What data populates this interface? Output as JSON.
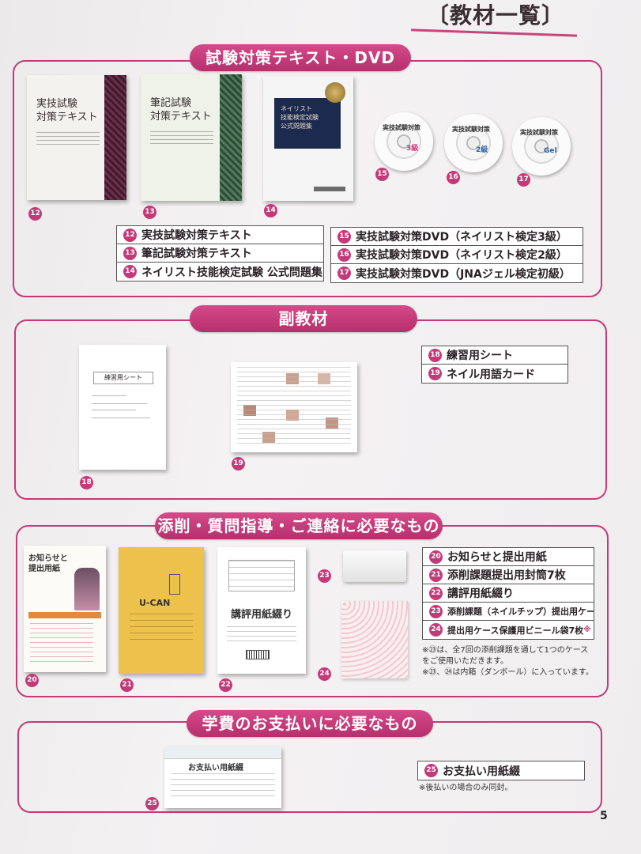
{
  "page": {
    "title": "〔教材一覧〕",
    "page_number": "5"
  },
  "sections": {
    "exam": {
      "header": "試験対策テキスト・DVD",
      "books": {
        "b12": {
          "title_line1": "実技試験",
          "title_line2": "対策テキスト",
          "num": "12"
        },
        "b13": {
          "title_line1": "筆記試験",
          "title_line2": "対策テキスト",
          "num": "13"
        },
        "b14": {
          "title_line1": "ネイリスト",
          "title_line2": "技能検定試験",
          "title_line3": "公式問題集",
          "num": "14"
        }
      },
      "discs": {
        "d15": {
          "label": "実技試験対策",
          "grade": "3級",
          "num": "15"
        },
        "d16": {
          "label": "実技試験対策",
          "grade": "2級",
          "num": "16"
        },
        "d17": {
          "label": "実技試験対策",
          "grade": "Gel",
          "num": "17"
        }
      },
      "list_left": [
        {
          "num": "12",
          "label": "実技試験対策テキスト"
        },
        {
          "num": "13",
          "label": "筆記試験対策テキスト"
        },
        {
          "num": "14",
          "label": "ネイリスト技能検定試験 公式問題集"
        }
      ],
      "list_right": [
        {
          "num": "15",
          "label": "実技試験対策DVD（ネイリスト検定3級）"
        },
        {
          "num": "16",
          "label": "実技試験対策DVD（ネイリスト検定2級）"
        },
        {
          "num": "17",
          "label": "実技試験対策DVD（JNAジェル検定初級）"
        }
      ]
    },
    "sub": {
      "header": "副教材",
      "sheet_title": "練習用シート",
      "num18": "18",
      "num19": "19",
      "list": [
        {
          "num": "18",
          "label": "練習用シート"
        },
        {
          "num": "19",
          "label": "ネイル用語カード"
        }
      ]
    },
    "correction": {
      "header": "添削・質問指導・ご連絡に必要なもの",
      "doc20_title": "お知らせと提出用紙",
      "doc21_title": "U-CAN",
      "doc22_title": "講評用紙綴り",
      "num20": "20",
      "num21": "21",
      "num22": "22",
      "num23": "23",
      "num24": "24",
      "list": [
        {
          "num": "20",
          "label": "お知らせと提出用紙",
          "ast": ""
        },
        {
          "num": "21",
          "label": "添削課題提出用封筒7枚",
          "ast": ""
        },
        {
          "num": "22",
          "label": "講評用紙綴り",
          "ast": ""
        },
        {
          "num": "23",
          "label": "添削課題（ネイルチップ）提出用ケース",
          "ast": "※"
        },
        {
          "num": "24",
          "label": "提出用ケース保護用ビニール袋7枚",
          "ast": "※"
        }
      ],
      "note1": "※㉓は、全7回の添削課題を通して1つのケースをご使用いただきます。",
      "note2": "※㉓、㉔は内箱（ダンボール）に入っています。"
    },
    "payment": {
      "header": "学費のお支払いに必要なもの",
      "doc_title": "お支払い用紙綴",
      "num25": "25",
      "list": [
        {
          "num": "25",
          "label": "お支払い用紙綴"
        }
      ],
      "note": "※後払いの場合のみ同封。"
    }
  }
}
